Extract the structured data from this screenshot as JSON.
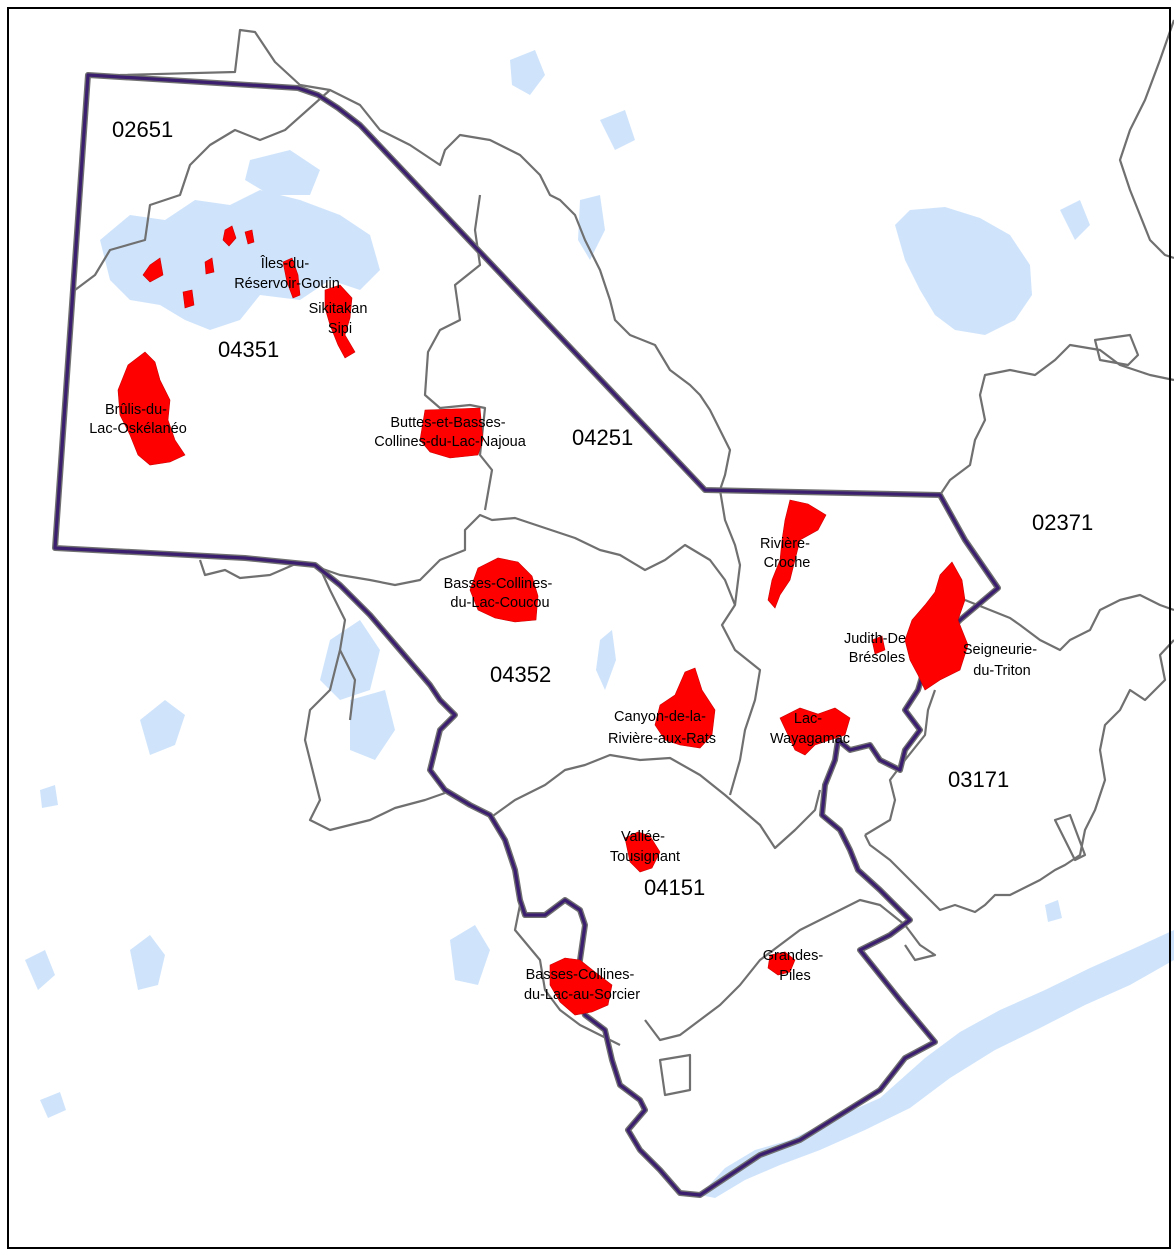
{
  "map": {
    "colors": {
      "background": "#ffffff",
      "water": "#cfe4fb",
      "protected_area": "#ff0000",
      "unit_boundary": "#707070",
      "region_boundary": "#3b1f6e",
      "frame": "#000000"
    },
    "zone_codes": {
      "z02651": "02651",
      "z04351": "04351",
      "z04251": "04251",
      "z04352": "04352",
      "z04151": "04151",
      "z02371": "02371",
      "z03171": "03171"
    },
    "protected_areas": {
      "iles_reservoir_gouin": [
        "Îles-du-",
        "Réservoir-Gouin"
      ],
      "sikitakan_sipi": [
        "Sikitakan",
        "Sipi"
      ],
      "brulis_lac_oskelaneo": [
        "Brûlis-du-",
        "Lac-Oskélanéo"
      ],
      "buttes_basses_collines_najoua": [
        "Buttes-et-Basses-",
        "Collines-du-Lac-Najoua"
      ],
      "riviere_croche": [
        "Rivière-",
        "Croche"
      ],
      "basses_collines_coucou": [
        "Basses-Collines-",
        "du-Lac-Coucou"
      ],
      "judith_de_bresoles": [
        "Judith-De",
        "Brésoles"
      ],
      "seigneurie_triton": [
        "Seigneurie-",
        "du-Triton"
      ],
      "canyon_riviere_rats": [
        "Canyon-de-la-",
        "Rivière-aux-Rats"
      ],
      "lac_wayagamac": [
        "Lac-",
        "Wayagamac"
      ],
      "vallee_tousignant": [
        "Vallée-",
        "Tousignant"
      ],
      "grandes_piles": [
        "Grandes-",
        "Piles"
      ],
      "basses_collines_sorcier": [
        "Basses-Collines-",
        "du-Lac-au-Sorcier"
      ]
    }
  }
}
